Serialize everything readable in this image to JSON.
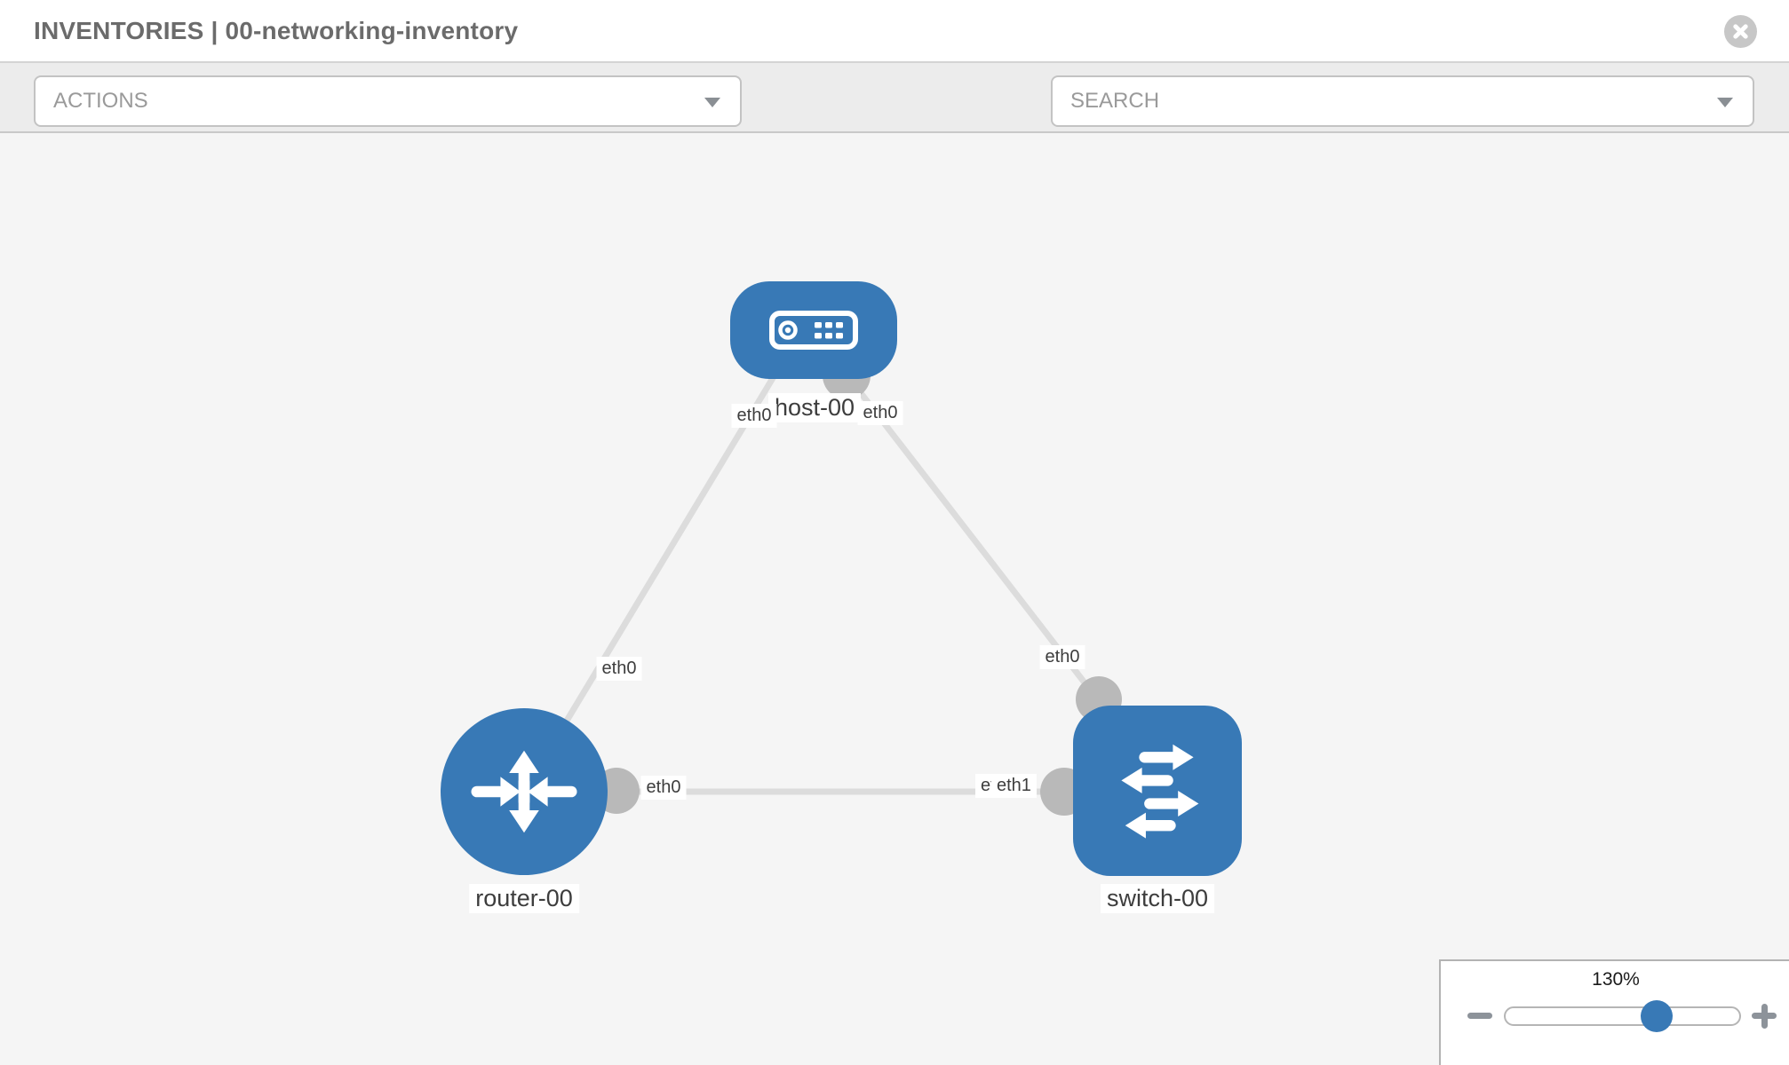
{
  "window": {
    "title": "INVENTORIES | 00-networking-inventory",
    "close_icon": "circle-x"
  },
  "toolbar": {
    "actions": {
      "label": "ACTIONS",
      "icon": "caret-down"
    },
    "search": {
      "label": "SEARCH",
      "icon": "caret-down"
    },
    "tools": [
      {
        "icon": "wrench"
      },
      {
        "icon": "key"
      }
    ]
  },
  "topology": {
    "nodes": [
      {
        "id": "host-00",
        "type": "host",
        "label": "host-00"
      },
      {
        "id": "router-00",
        "type": "router",
        "label": "router-00"
      },
      {
        "id": "switch-00",
        "type": "switch",
        "label": "switch-00"
      }
    ],
    "links": [
      {
        "from": "router-00",
        "to": "host-00",
        "from_iface": "eth0",
        "to_iface": "eth0"
      },
      {
        "from": "host-00",
        "to": "switch-00",
        "from_iface": "eth0",
        "to_iface": "eth0"
      },
      {
        "from": "router-00",
        "to": "switch-00",
        "from_iface": "eth0",
        "to_iface": "eth1"
      }
    ],
    "iface_labels": [
      {
        "text": "eth0"
      },
      {
        "text": "eth0"
      },
      {
        "text": "eth0"
      },
      {
        "text": "eth0"
      },
      {
        "text": "eth0"
      },
      {
        "text": "eth0"
      },
      {
        "text": "eth1"
      }
    ]
  },
  "zoom": {
    "level": "130%",
    "minus_icon": "minus",
    "plus_icon": "plus"
  },
  "colors": {
    "node_blue": "#3879b6",
    "link_gray": "#dcdcdc",
    "interface_gray": "#b9b9b9",
    "toolbar_bg": "#ececec",
    "canvas_bg": "#f5f5f5"
  }
}
